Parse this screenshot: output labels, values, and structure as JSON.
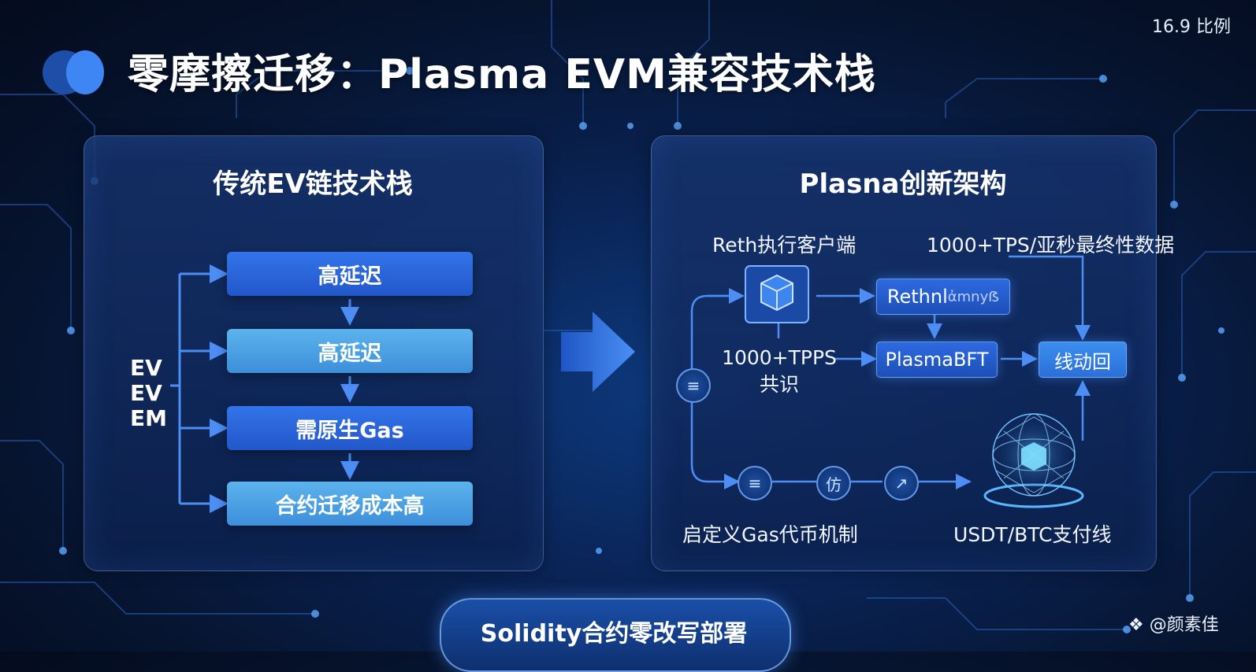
{
  "header": {
    "title": "零摩擦迁移：Plasma EVM兼容技术栈",
    "ratio_label": "16.9 比例"
  },
  "left_panel": {
    "title": "传统EV链技术栈",
    "side_label": [
      "EV",
      "EV",
      "EM"
    ],
    "stack": [
      "高延迟",
      "高延迟",
      "需原生Gas",
      "合约迁移成本高"
    ]
  },
  "right_panel": {
    "title": "Plasna创新架构",
    "reth_client_label": "Reth执行客户端",
    "tps_finality_label": "1000+TPS/亚秒最终性数据",
    "reth_node": "Rethnl",
    "reth_node_scribble": "ἀmnyẞ",
    "consensus_label_1": "1000+TPPS",
    "consensus_label_2": "共识",
    "bft_node": "PlasmaBFT",
    "output_node": "线动回",
    "gas_label": "启定义Gas代币机制",
    "pay_label": "USDT/BTC支付线",
    "icon_glyphs": [
      "≡",
      "≡",
      "仿",
      "↗"
    ]
  },
  "footer": {
    "button_label": "Solidity合约零改写部署",
    "watermark": "@颜素佳"
  },
  "colors": {
    "accent": "#2f6fe0",
    "box_dark": "#2a63d9",
    "box_light": "#4ba7e6",
    "node_fill": "#2158c4"
  }
}
